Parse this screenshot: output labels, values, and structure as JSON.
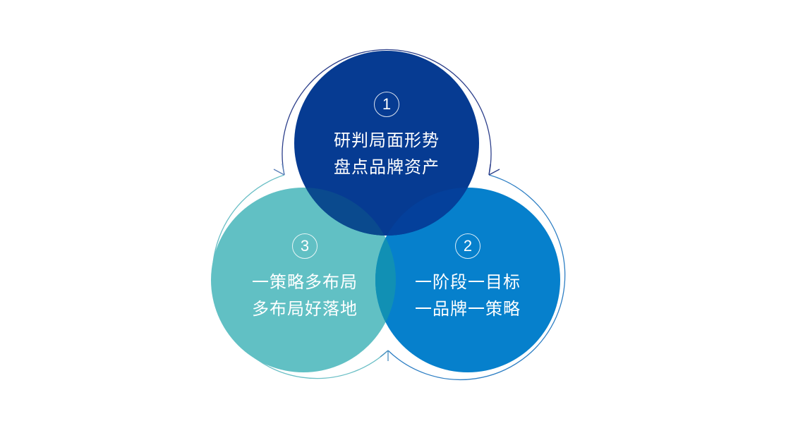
{
  "diagram": {
    "type": "three-circle-cycle",
    "colors": {
      "circle_1": "#063B92",
      "circle_2": "#0680CC",
      "circle_3": "#61C0C4",
      "overlap_1_2": "#04419A",
      "overlap_1_3": "#0C4A8C",
      "overlap_2_3": "#1395B2",
      "arc_1": "#2B3E8A",
      "arc_2": "#2E7FC4",
      "arc_3": "#6BBFC6"
    },
    "circles": [
      {
        "number": "1",
        "lines": [
          "研判局面形势",
          "盘点品牌资产"
        ]
      },
      {
        "number": "2",
        "lines": [
          "一阶段一目标",
          "一品牌一策略"
        ]
      },
      {
        "number": "3",
        "lines": [
          "一策略多布局",
          "多布局好落地"
        ]
      }
    ]
  }
}
